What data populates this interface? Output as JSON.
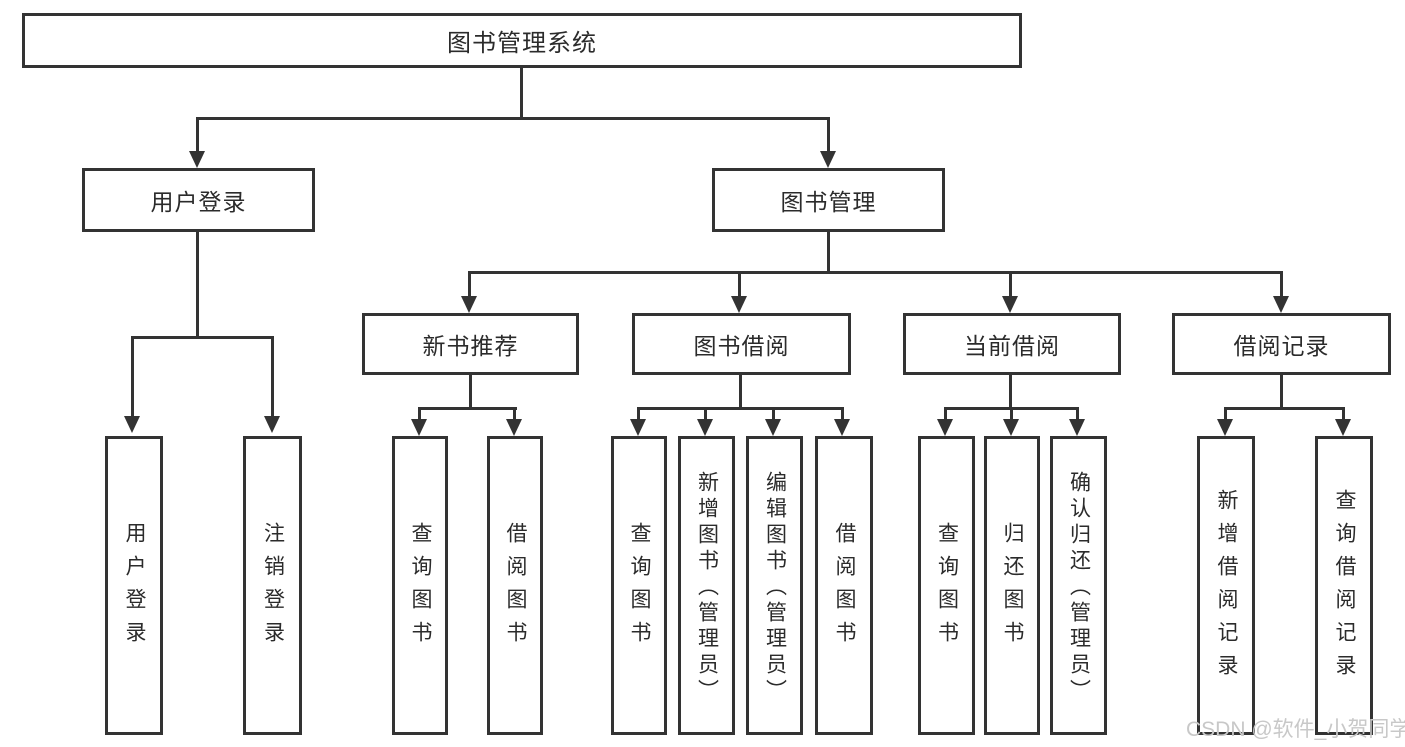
{
  "tree": {
    "root": {
      "label": "图书管理系统"
    },
    "level2": [
      {
        "label": "用户登录",
        "children": [
          {
            "label": "用户登录"
          },
          {
            "label": "注销登录"
          }
        ]
      },
      {
        "label": "图书管理",
        "children": [
          {
            "label": "新书推荐",
            "children": [
              {
                "label": "查询图书"
              },
              {
                "label": "借阅图书"
              }
            ]
          },
          {
            "label": "图书借阅",
            "children": [
              {
                "label": "查询图书"
              },
              {
                "label": "新增图书（管理员）"
              },
              {
                "label": "编辑图书（管理员）"
              },
              {
                "label": "借阅图书"
              }
            ]
          },
          {
            "label": "当前借阅",
            "children": [
              {
                "label": "查询图书"
              },
              {
                "label": "归还图书"
              },
              {
                "label": "确认归还（管理员）"
              }
            ]
          },
          {
            "label": "借阅记录",
            "children": [
              {
                "label": "新增借阅记录"
              },
              {
                "label": "查询借阅记录"
              }
            ]
          }
        ]
      }
    ]
  },
  "watermark": "CSDN @软件_小贺同学",
  "colors": {
    "line": "#333333",
    "box_border": "#333333",
    "text": "#2b2b2b",
    "background": "#ffffff",
    "watermark": "#c8c8c8"
  }
}
